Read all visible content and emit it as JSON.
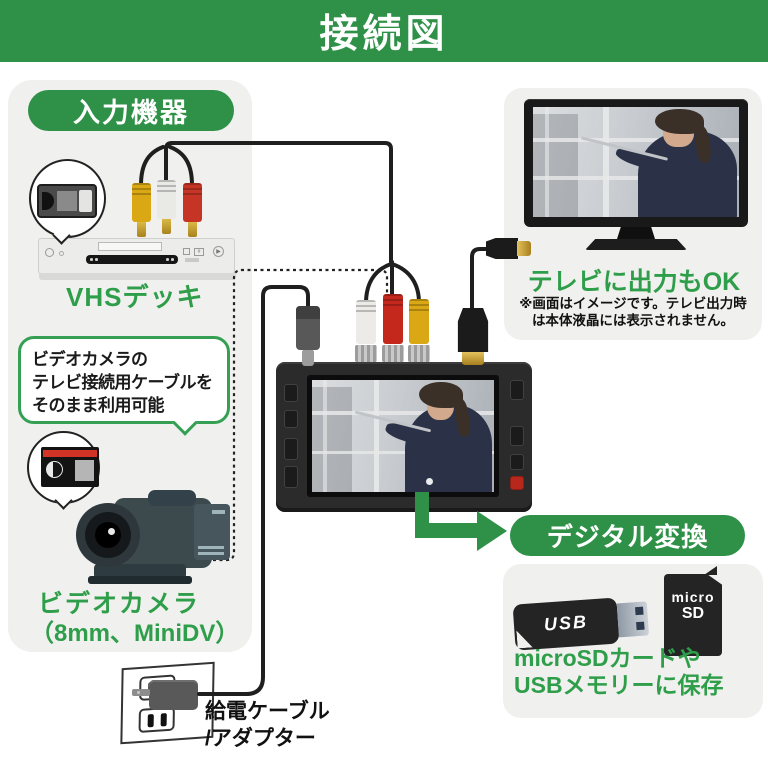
{
  "header": {
    "title": "接続図"
  },
  "colors": {
    "accent_green": "#2E9147",
    "text_green": "#2F9E4A",
    "panel_gray": "#F0F0EE"
  },
  "input_section": {
    "badge": "入力機器",
    "vhs_label": "VHSデッキ",
    "bubble_lines": [
      "ビデオカメラの",
      "テレビ接続用ケーブルを",
      "そのまま利用可能"
    ],
    "camera_label_1": "ビデオカメラ",
    "camera_label_2": "（8mm、MiniDV）"
  },
  "tv_section": {
    "title": "テレビに出力もOK",
    "note_1": "※画面はイメージです。テレビ出力時",
    "note_2": "は本体液晶には表示されません。"
  },
  "digital_section": {
    "badge": "デジタル変換",
    "usb_label": "USB",
    "microsd_label_1": "micro",
    "microsd_label_2": "SD",
    "caption_1": "microSDカードや",
    "caption_2": "USBメモリーに保存"
  },
  "power_section": {
    "label_1": "給電ケーブル",
    "label_2": "/アダプター"
  }
}
